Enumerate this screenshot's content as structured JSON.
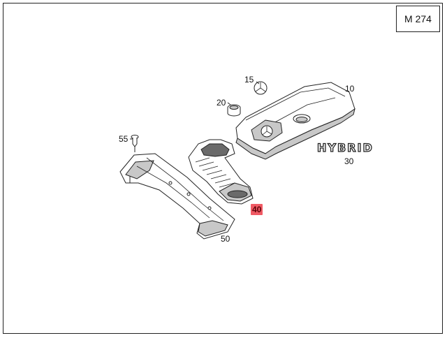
{
  "diagram": {
    "model_code": "M 274",
    "emblem_text": "HYBRID",
    "callouts": [
      {
        "id": "10",
        "label": "10",
        "highlighted": false
      },
      {
        "id": "15",
        "label": "15",
        "highlighted": false
      },
      {
        "id": "20",
        "label": "20",
        "highlighted": false
      },
      {
        "id": "30",
        "label": "30",
        "highlighted": false
      },
      {
        "id": "40",
        "label": "40",
        "highlighted": true
      },
      {
        "id": "50",
        "label": "50",
        "highlighted": false
      },
      {
        "id": "55",
        "label": "55",
        "highlighted": false
      }
    ],
    "colors": {
      "highlight": "#f05a64",
      "line": "#222222"
    }
  }
}
